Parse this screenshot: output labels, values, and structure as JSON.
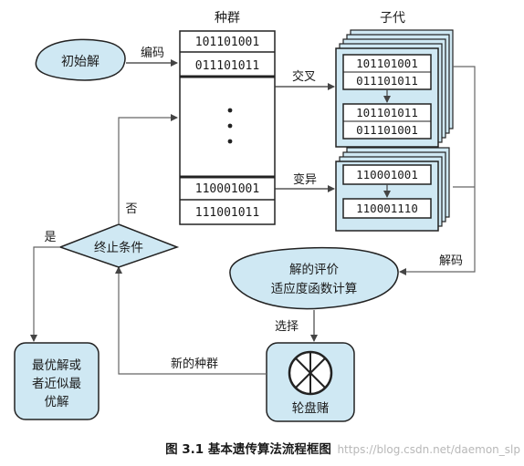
{
  "diagram": {
    "population_label": "种群",
    "offspring_label": "子代",
    "initial_solution": "初始解",
    "encode_label": "编码",
    "crossover_label": "交叉",
    "mutation_label": "变异",
    "decode_label": "解码",
    "no_label": "否",
    "yes_label": "是",
    "termination": "终止条件",
    "evaluation_line1": "解的评价",
    "evaluation_line2": "适应度函数计算",
    "select_label": "选择",
    "new_population_label": "新的种群",
    "roulette_label": "轮盘赌",
    "optimal_line1": "最优解或",
    "optimal_line2": "者近似最",
    "optimal_line3": "优解",
    "population_rows": [
      "101101001",
      "011101011",
      "110001001",
      "111001011"
    ],
    "crossover_rows": [
      "101101001",
      "011101011",
      "101101011",
      "011101001"
    ],
    "mutation_rows": [
      "110001001",
      "110001110"
    ],
    "caption": "图 3.1   基本遗传算法流程框图",
    "watermark": "https://blog.csdn.net/daemon_slp"
  },
  "colors": {
    "shape_fill": "#cfe8f3",
    "line": "#222222",
    "arrow": "#555555"
  }
}
